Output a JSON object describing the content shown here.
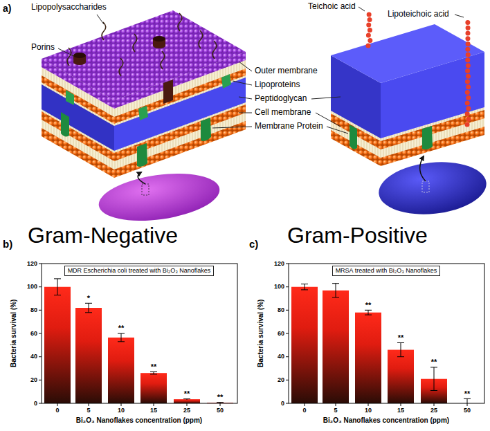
{
  "diagram": {
    "nodes": [
      {
        "text": [
          "MDR Escherichia coli treated with Bi₂O₃ Nanoflakes"
        ]
      },
      {
        "text": [
          "MRSA treated with Bi₂O₃ Nanoflakes"
        ]
      }
    ],
    "labels": [
      "a)",
      "Lipopolysaccharides",
      "Porins",
      "Outer membrane",
      "Lipoproteins",
      "Peptidoglycan",
      "Cell membrane",
      "Membrane Protein",
      "Teichoic acid",
      "Lipoteichoic acid",
      "Gram-Negative",
      "Gram-Positive",
      "b)",
      "0",
      "20",
      "40",
      "60",
      "80",
      "100",
      "120",
      "0",
      "5",
      "10",
      "15",
      "25",
      "50",
      "*",
      "**",
      "**",
      "**",
      "**",
      "Bacteria survival (%)",
      "Bi₂O₃ Nanoflakes concentration (ppm)",
      "c)",
      "0",
      "20",
      "40",
      "60",
      "80",
      "100",
      "120",
      "0",
      "5",
      "10",
      "15",
      "25",
      "50",
      "**",
      "**",
      "**",
      "**",
      "Bacteria survival (%)",
      "Bi₂O₃ Nanoflakes concentration (ppm)"
    ]
  }
}
